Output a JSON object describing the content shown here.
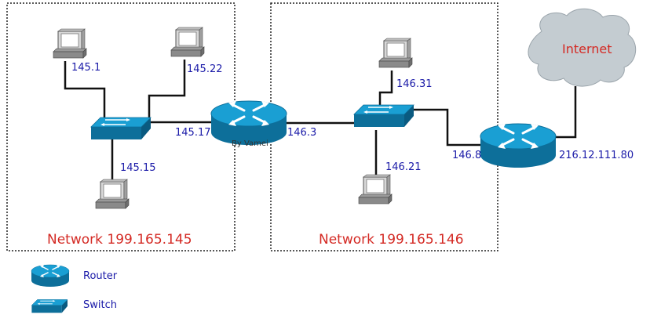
{
  "network_left": {
    "label": "Network 199.165.145"
  },
  "network_right": {
    "label": "Network 199.165.146"
  },
  "internet": {
    "label": "Internet"
  },
  "watermark": "By Vamei",
  "hosts": {
    "h1": "145.1",
    "h2": "145.22",
    "h3": "145.15",
    "h4": "146.31",
    "h5": "146.21"
  },
  "interfaces": {
    "router1_left": "145.17",
    "router1_right": "146.3",
    "router2_left": "146.8",
    "router2_right": "216.12.111.80"
  },
  "legend": {
    "router": "Router",
    "switch": "Switch"
  },
  "colors": {
    "device_blue": "#1a9fd3",
    "device_dark": "#0d6f9a",
    "label_blue": "#1a1aa8",
    "network_red": "#d42a24",
    "cloud": "#c4ccd1"
  }
}
